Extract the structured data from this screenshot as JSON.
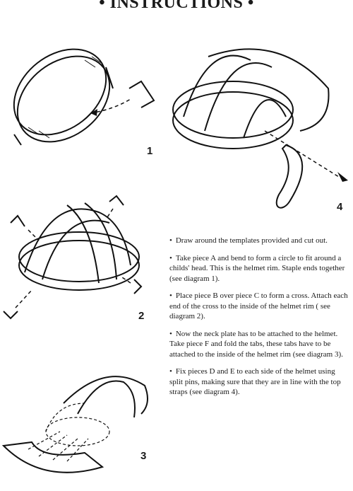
{
  "page": {
    "title": "• INSTRUCTIONS •"
  },
  "diagrams": [
    {
      "number": "1",
      "icon": "helmet-rim-with-staple"
    },
    {
      "number": "4",
      "icon": "helmet-with-side-piece-and-split-pin"
    },
    {
      "number": "2",
      "icon": "helmet-cross-straps-with-staples"
    },
    {
      "number": "3",
      "icon": "helmet-with-neck-plate"
    }
  ],
  "steps": [
    {
      "bullet": "•",
      "text": "Draw around the templates provided and cut out."
    },
    {
      "bullet": "•",
      "text": "Take piece A and bend to form a circle to fit around a childs' head. This is the helmet rim. Staple ends together (see diagram 1)."
    },
    {
      "bullet": "•",
      "text": "Place piece B over piece C to form a cross. Attach each end of the cross to the inside of the helmet rim ( see diagram 2)."
    },
    {
      "bullet": "•",
      "text": "Now the neck plate has to be attached to the helmet. Take piece F and fold the tabs, these tabs have to be attached to the inside of the helmet rim (see diagram 3)."
    },
    {
      "bullet": "•",
      "text": "Fix pieces D and E to each side of the helmet using split pins, making sure that they are in line with the top straps (see diagram 4)."
    }
  ]
}
